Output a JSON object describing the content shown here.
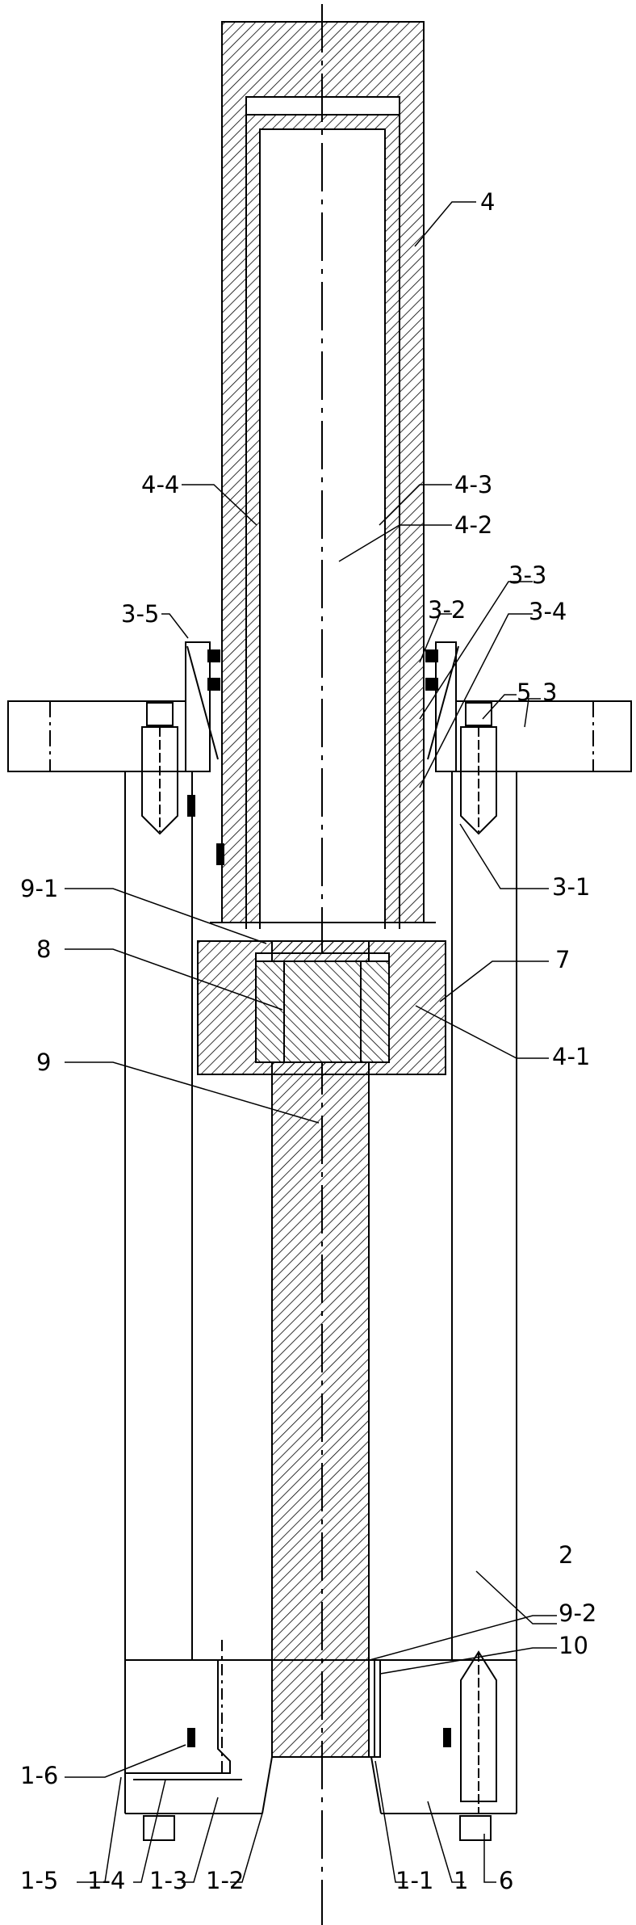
{
  "drawing": {
    "colors": {
      "line": "#000000",
      "hatch": "#000000",
      "background": "#ffffff"
    },
    "labels": {
      "l4": "4",
      "l4_4": "4-4",
      "l4_3": "4-3",
      "l4_2": "4-2",
      "l3_5": "3-5",
      "l3_2": "3-2",
      "l3_3": "3-3",
      "l3_4": "3-4",
      "l5": "5",
      "l3": "3",
      "l9_1": "9-1",
      "l8": "8",
      "l7": "7",
      "l3_1": "3-1",
      "l4_1": "4-1",
      "l9": "9",
      "l2": "2",
      "l9_2": "9-2",
      "l10": "10",
      "l1_6": "1-6",
      "l1_5": "1-5",
      "l1_4": "1-4",
      "l1_3": "1-3",
      "l1_2": "1-2",
      "l1_1": "1-1",
      "l1": "1",
      "l6": "6"
    }
  }
}
